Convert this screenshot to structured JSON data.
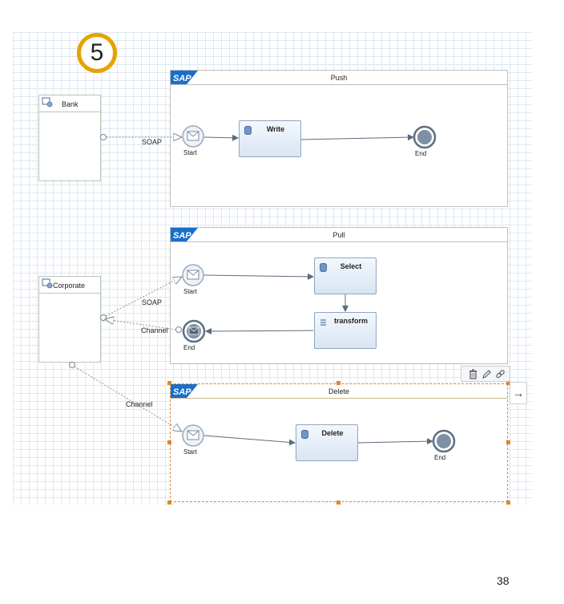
{
  "step_number": "5",
  "page_number": "38",
  "participants": {
    "bank": {
      "label": "Bank"
    },
    "corporate": {
      "label": "Corporate"
    }
  },
  "pools": {
    "push": {
      "title": "Push",
      "logo": "SAP",
      "start": "Start",
      "task": "Write",
      "end": "End"
    },
    "pull": {
      "title": "Pull",
      "logo": "SAP",
      "start": "Start",
      "task_select": "Select",
      "task_transform": "transform",
      "end": "End"
    },
    "delete": {
      "title": "Delete",
      "logo": "SAP",
      "start": "Start",
      "task": "Delete",
      "end": "End"
    }
  },
  "connections": {
    "bank_push": "SOAP",
    "corporate_pull_soap": "SOAP",
    "corporate_pull_channel": "Channel",
    "corporate_delete_channel": "Channel"
  },
  "toolbar": {
    "delete_icon": "trash-icon",
    "edit_icon": "pencil-icon",
    "link_icon": "link-icon",
    "next_icon": "arrow-right-icon",
    "next_symbol": "→"
  },
  "colors": {
    "badge_ring": "#e4a300",
    "sap_blue": "#1a6fc9",
    "selection": "#e0882a",
    "task_border": "#8fa6bf"
  }
}
